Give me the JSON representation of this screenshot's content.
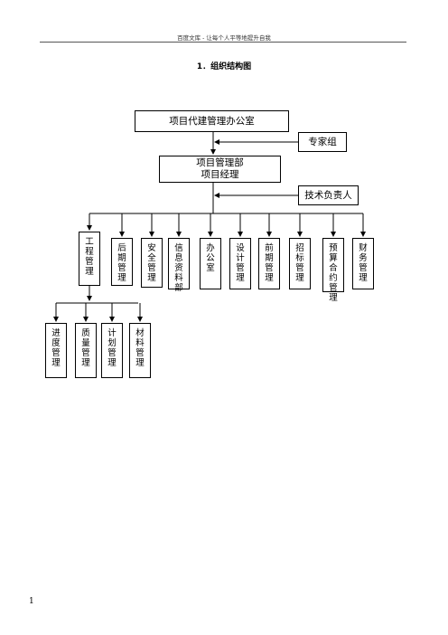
{
  "header": {
    "text": "百度文库 - 让每个人平等地提升自我"
  },
  "title": "1．组织结构图",
  "org": {
    "top": "项目代建管理办公室",
    "expert": "专家组",
    "dept_line1": "项目管理部",
    "dept_line2": "项目经理",
    "tech": "技术负责人",
    "departments": [
      "工程管理",
      "后期管理",
      "安全管理",
      "信息资料部",
      "办公室",
      "设计管理",
      "前期管理",
      "招标管理",
      "预算合约管理",
      "财务管理"
    ],
    "engineering_subs": [
      "进度管理",
      "质量管理",
      "计划管理",
      "材料管理"
    ]
  },
  "page_number": "1"
}
